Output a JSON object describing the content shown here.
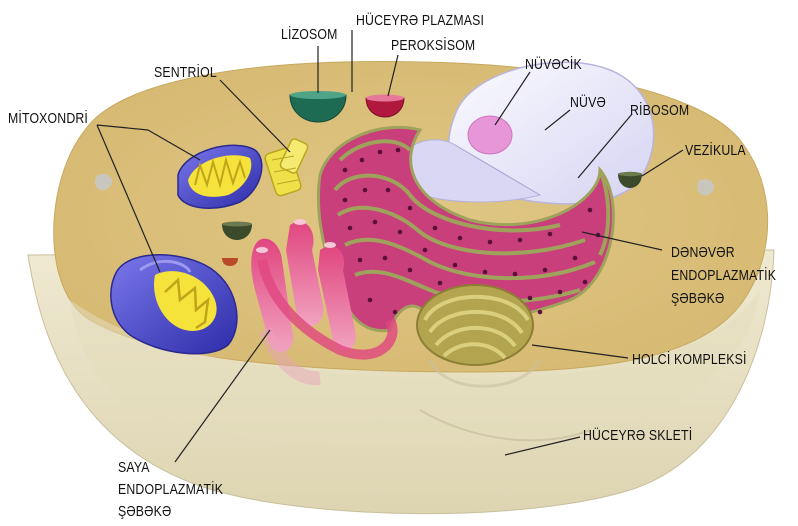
{
  "labels": {
    "lizosom": "LİZOSOM",
    "huceyre_plazmasi": "HÜCEYRƏ PLAZMASI",
    "peroksisom": "PEROKSİSOM",
    "sentriol": "SENTRİOL",
    "nuvecik": "NÜVƏCİK",
    "nuve": "NÜVƏ",
    "mitoxondri": "MİTOXONDRİ",
    "ribosom": "RİBOSOM",
    "vezikula": "VEZİKULA",
    "denever_er": [
      "DƏNƏVƏR",
      "ENDOPLAZMATİK",
      "ŞƏBƏKƏ"
    ],
    "holci": "HOLCİ KOMPLEKSİ",
    "skelet": "HÜCEYRƏ SKLETİ",
    "saya_er": [
      "SAYA",
      "ENDOPLAZMATİK",
      "ŞƏBƏKƏ"
    ]
  },
  "colors": {
    "cytoplasm": "#dcc27f",
    "membrane_side": "#e8e1c5",
    "nucleus": "#ecebfa",
    "nucleolus": "#e796d8",
    "rough_er": "#c93f7c",
    "ribosome_dot": "#5a0f3a",
    "er_rim": "#9ea25a",
    "golgi": "#a99b46",
    "mitochondrion": "#4a48c8",
    "cristae": "#f5e23a",
    "lysosome": "#1c6b52",
    "peroxisome": "#b0183e",
    "vesicle": "#3a4a2a",
    "centriole": "#f0e04a"
  }
}
